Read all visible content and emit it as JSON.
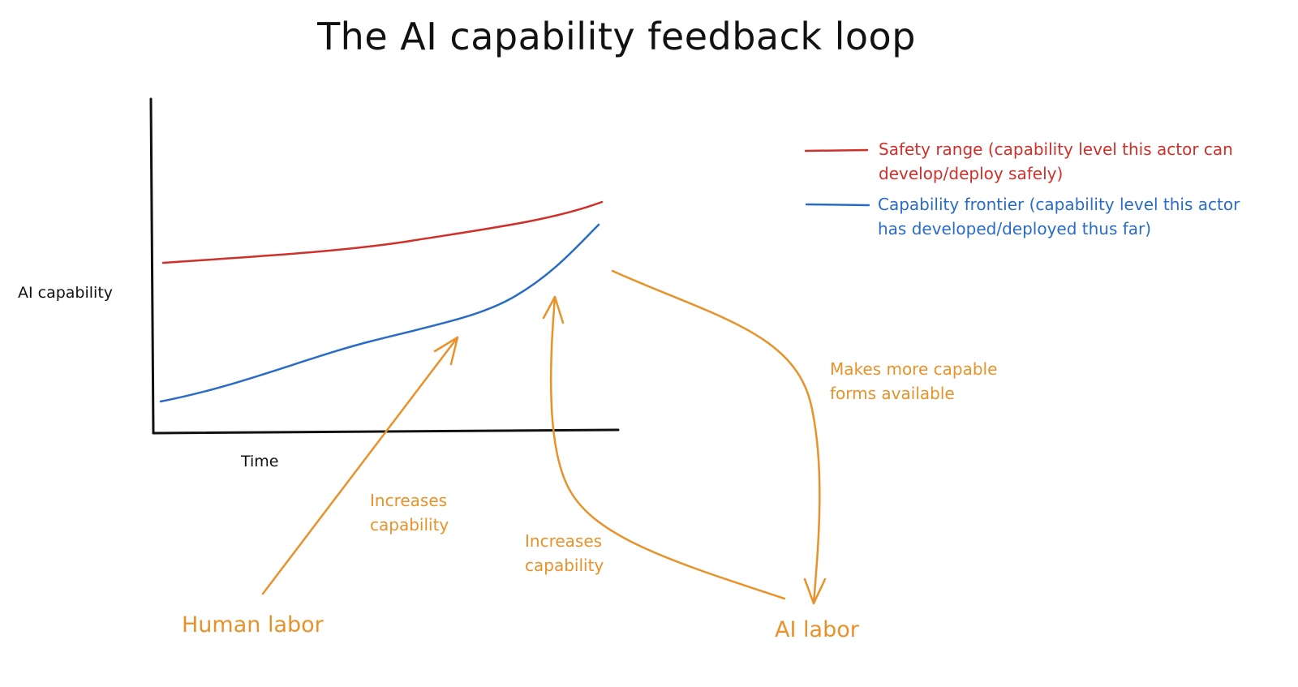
{
  "title": "The AI capability feedback loop",
  "axes": {
    "y_label": "AI capability",
    "x_label": "Time"
  },
  "legend": {
    "safety_range": "Safety range (capability level this actor can develop/deploy safely)",
    "safety_range_line1": "Safety range (capability level this actor can",
    "safety_range_line2": "develop/deploy safely)",
    "frontier_line1": "Capability frontier (capability level this actor",
    "frontier_line2": "has developed/deployed thus far)"
  },
  "annotations": {
    "human_increases_1": "Increases",
    "human_increases_2": "capability",
    "ai_increases_1": "Increases",
    "ai_increases_2": "capability",
    "makes_more_1": "Makes more capable",
    "makes_more_2": "forms available"
  },
  "nodes": {
    "human_labor": "Human labor",
    "ai_labor": "AI labor"
  },
  "colors": {
    "safety": "#d0302a",
    "frontier": "#2a6cc4",
    "arrows": "#e8922a",
    "axes": "#111111"
  }
}
